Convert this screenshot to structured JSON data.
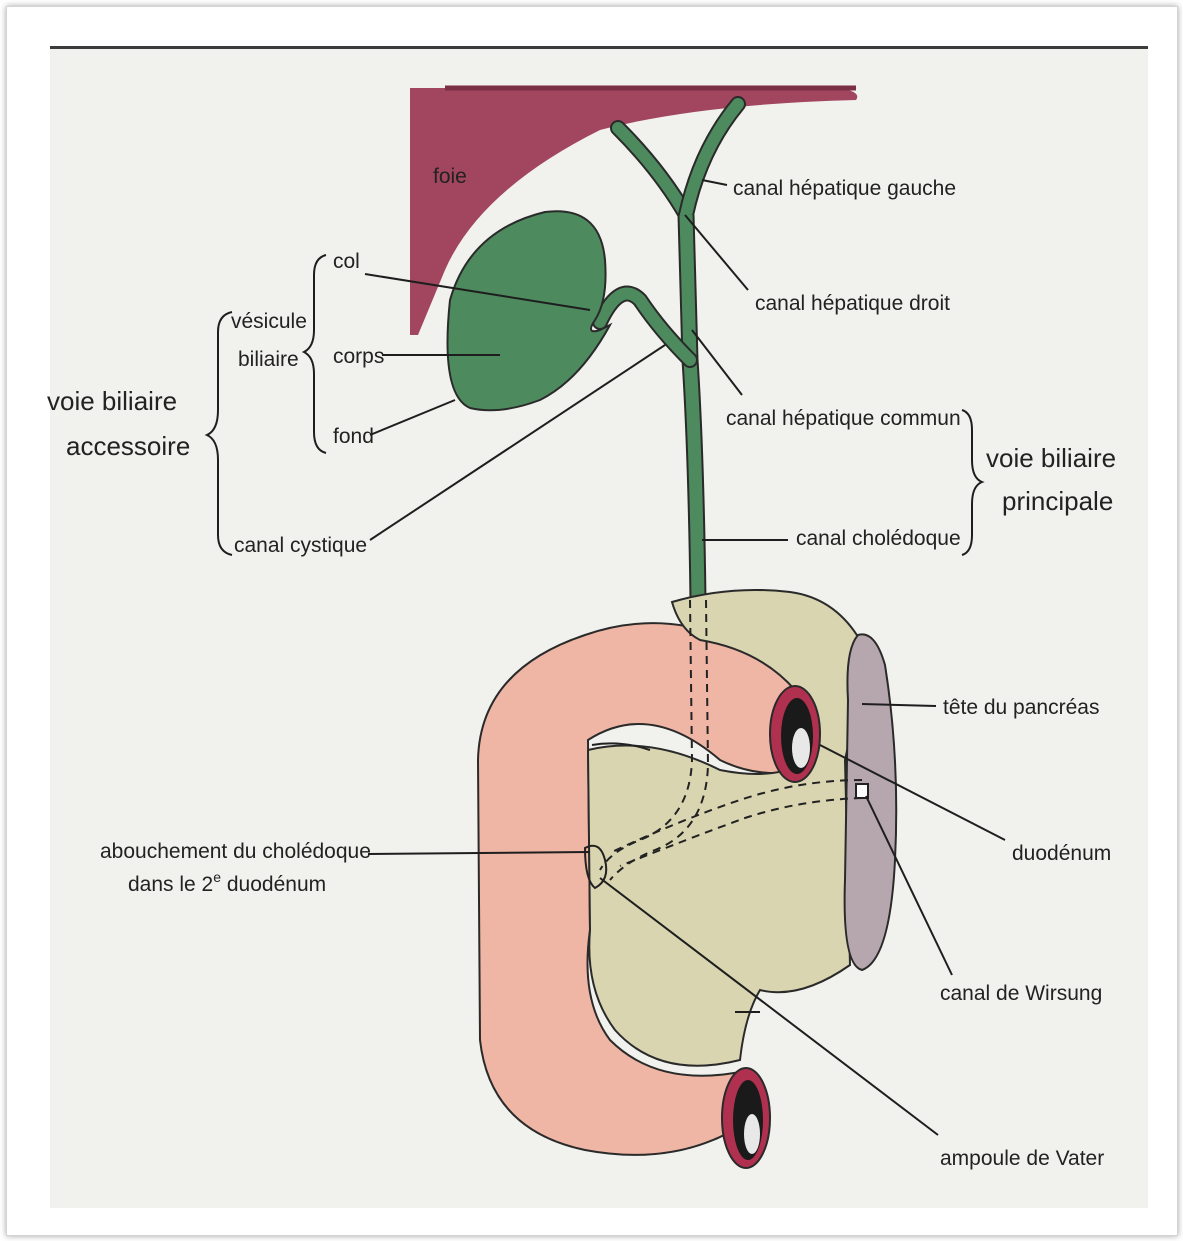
{
  "colors": {
    "liver": "#a2465f",
    "gallbladder": "#4d8a5e",
    "duodenum": "#f0b6a5",
    "pancreas": "#d9d5b0",
    "pancreas_cut": "#b6a6ad",
    "lumen_ring": "#b03050"
  },
  "labels": {
    "foie": "foie",
    "canal_hepatique_gauche": "canal hépatique gauche",
    "canal_hepatique_droit": "canal hépatique droit",
    "col": "col",
    "vesicule_biliaire_line1": "vésicule",
    "vesicule_biliaire_line2": "biliaire",
    "corps": "corps",
    "fond": "fond",
    "voie_biliaire_accessoire_line1": "voie biliaire",
    "voie_biliaire_accessoire_line2": "accessoire",
    "canal_hepatique_commun": "canal hépatique commun",
    "voie_biliaire_principale_line1": "voie biliaire",
    "voie_biliaire_principale_line2": "principale",
    "canal_cystique": "canal cystique",
    "canal_choledoque": "canal cholédoque",
    "tete_du_pancreas": "tête du pancréas",
    "abouchement_line1": "abouchement du cholédoque",
    "abouchement_line2_prefix": "dans le 2",
    "abouchement_line2_sup": "e",
    "abouchement_line2_suffix": " duodénum",
    "duodenum": "duodénum",
    "canal_de_wirsung": "canal de Wirsung",
    "ampoule_de_vater": "ampoule de Vater"
  }
}
